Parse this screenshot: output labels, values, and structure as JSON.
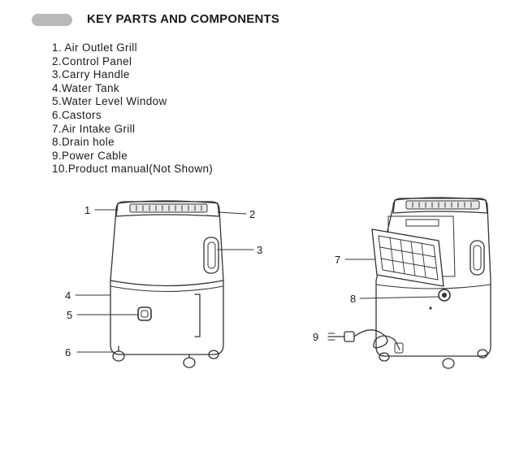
{
  "section": {
    "title": "KEY PARTS AND COMPONENTS"
  },
  "parts": [
    "1. Air Outlet Grill",
    "2.Control Panel",
    "3.Carry Handle",
    "4.Water Tank",
    "5.Water Level Window",
    "6.Castors",
    "7.Air Intake Grill",
    "8.Drain hole",
    "9.Power Cable",
    "10.Product manual(Not Shown)"
  ],
  "callouts": {
    "c1": "1",
    "c2": "2",
    "c3": "3",
    "c4": "4",
    "c5": "5",
    "c6": "6",
    "c7": "7",
    "c8": "8",
    "c9": "9"
  },
  "colors": {
    "line": "#333333",
    "badge": "#b9b9b9"
  }
}
